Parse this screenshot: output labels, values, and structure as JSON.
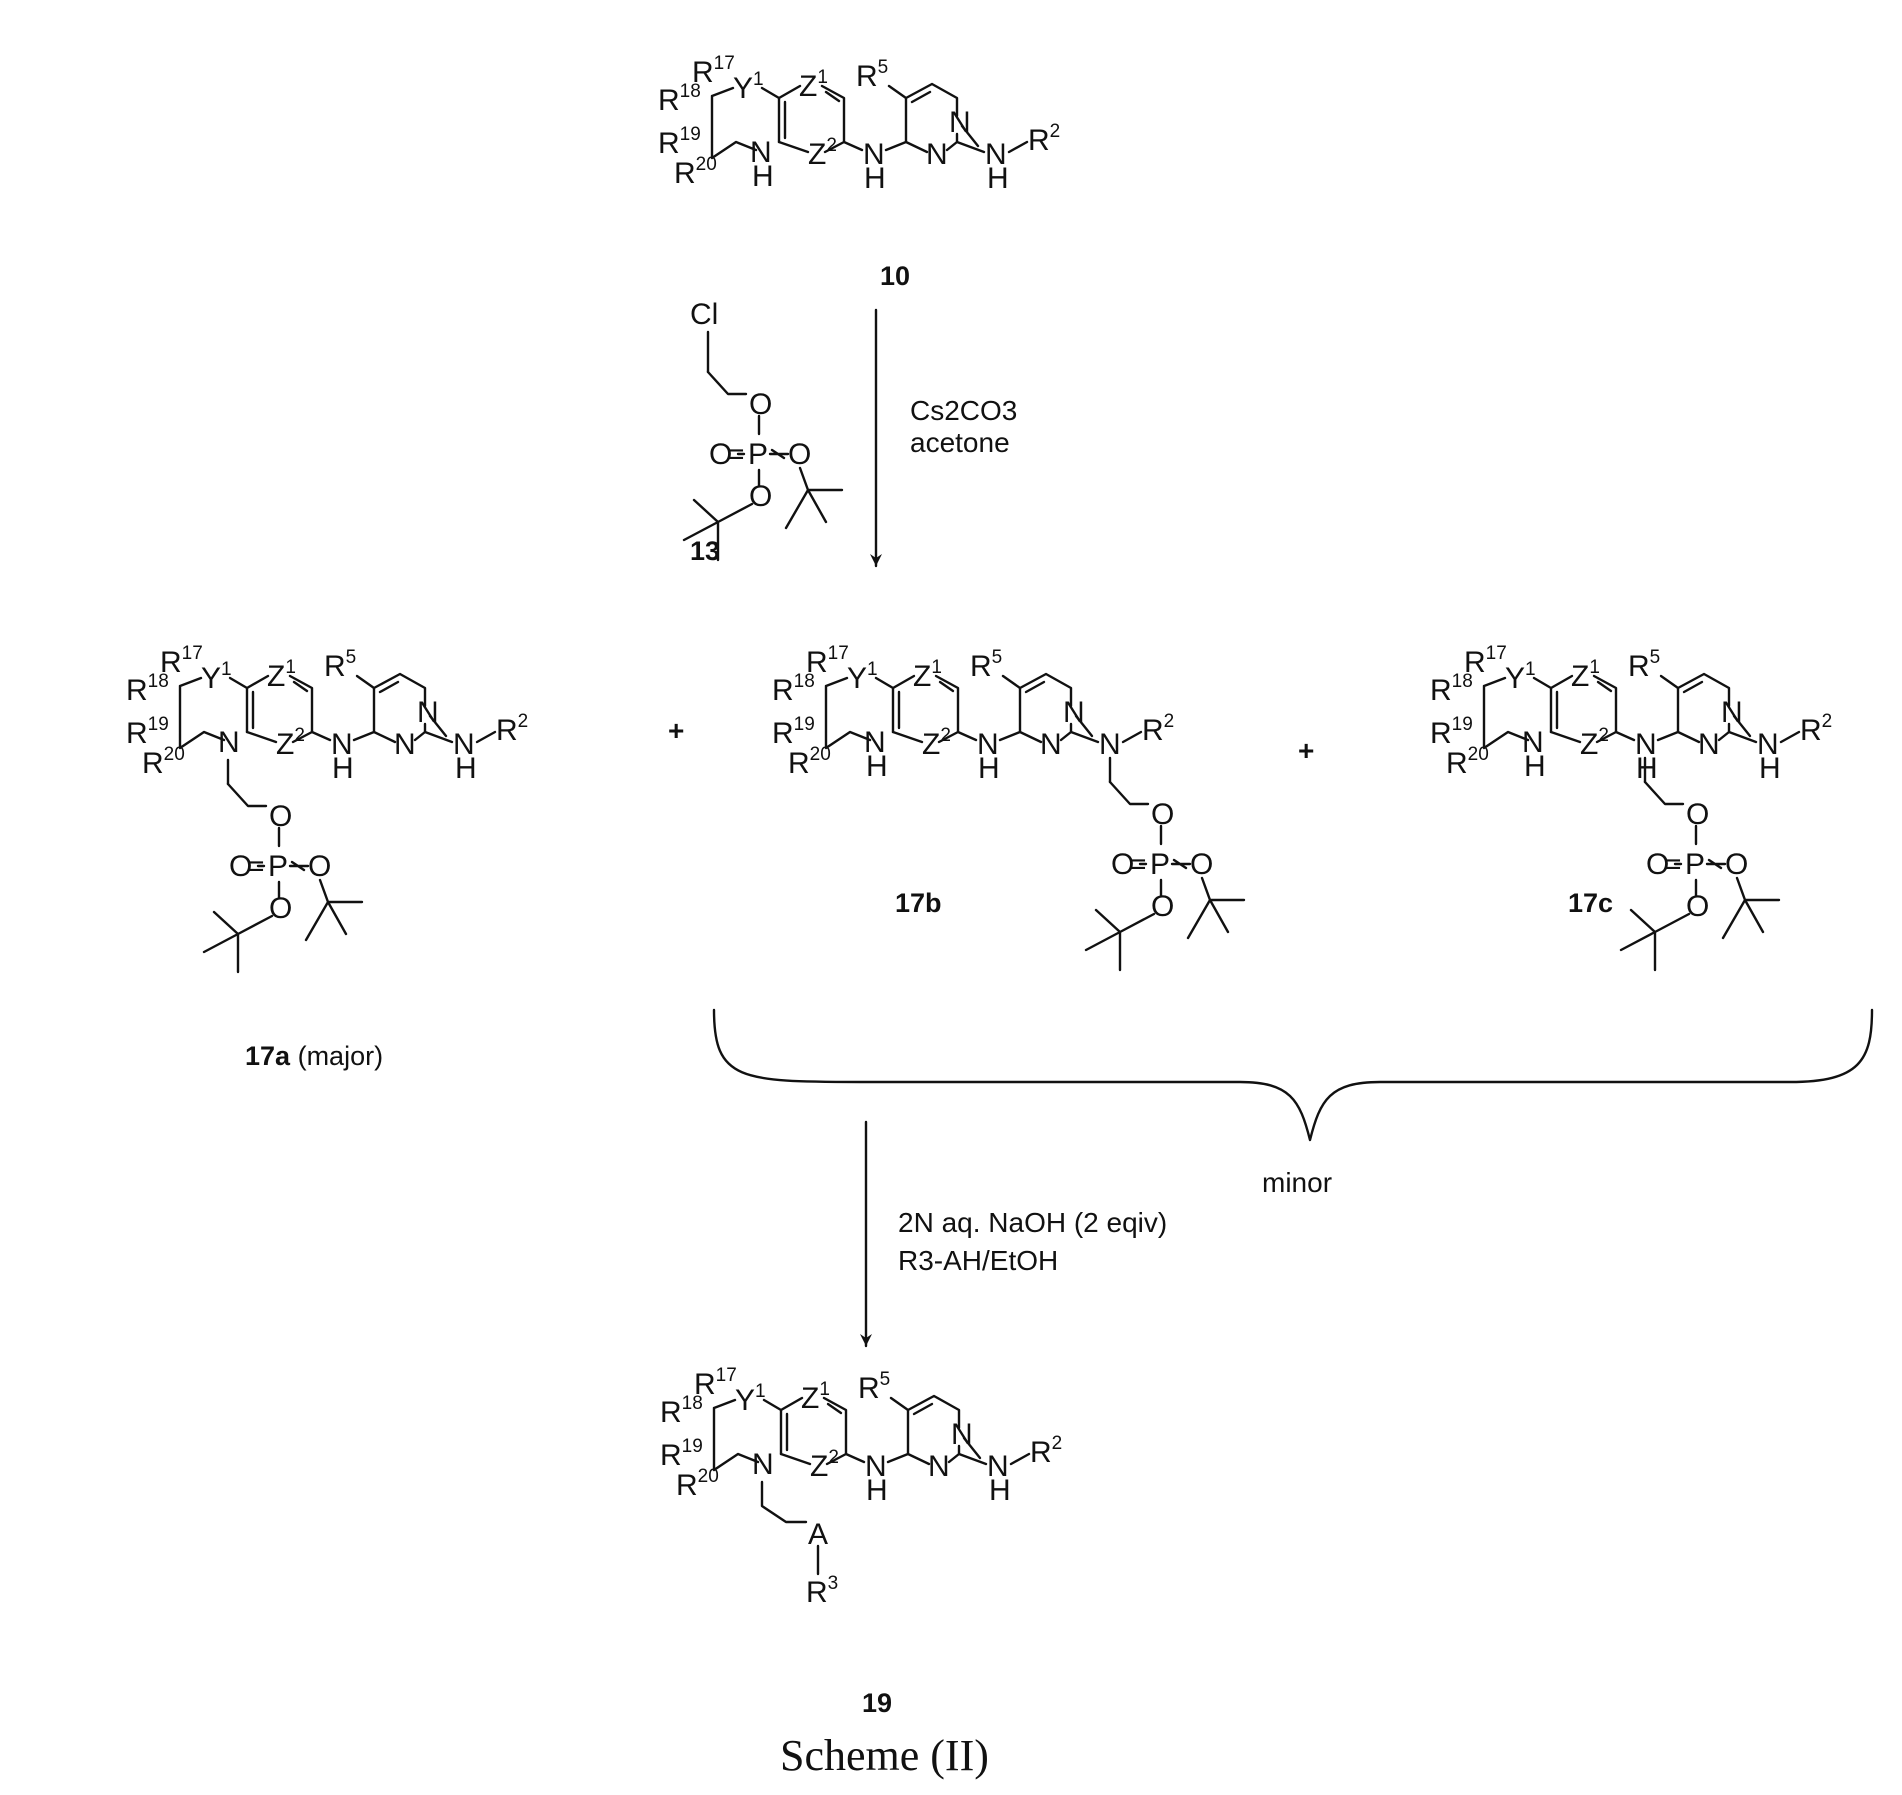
{
  "compounds": {
    "c10": {
      "label": "10"
    },
    "c13": {
      "label": "13"
    },
    "c17a": {
      "label": "17a",
      "note": "(major)"
    },
    "c17b": {
      "label": "17b"
    },
    "c17c": {
      "label": "17c"
    },
    "c19": {
      "label": "19"
    }
  },
  "conditions": {
    "step1": {
      "reagent": "Cs2CO3",
      "solvent": "acetone"
    },
    "step2": {
      "line1": "2N aq. NaOH (2 eqiv)",
      "line2": "R3-AH/EtOH"
    }
  },
  "group_label": "minor",
  "plus_sign": "+",
  "caption": "Scheme (II)",
  "atoms": {
    "R": "R",
    "Y": "Y",
    "Z": "Z",
    "N": "N",
    "H": "H",
    "O": "O",
    "P": "P",
    "Cl": "Cl",
    "A": "A",
    "eq": "="
  },
  "superscripts": {
    "r17": "17",
    "r18": "18",
    "r19": "19",
    "r20": "20",
    "r5": "5",
    "r2": "2",
    "r3": "3",
    "one": "1",
    "two": "2"
  }
}
